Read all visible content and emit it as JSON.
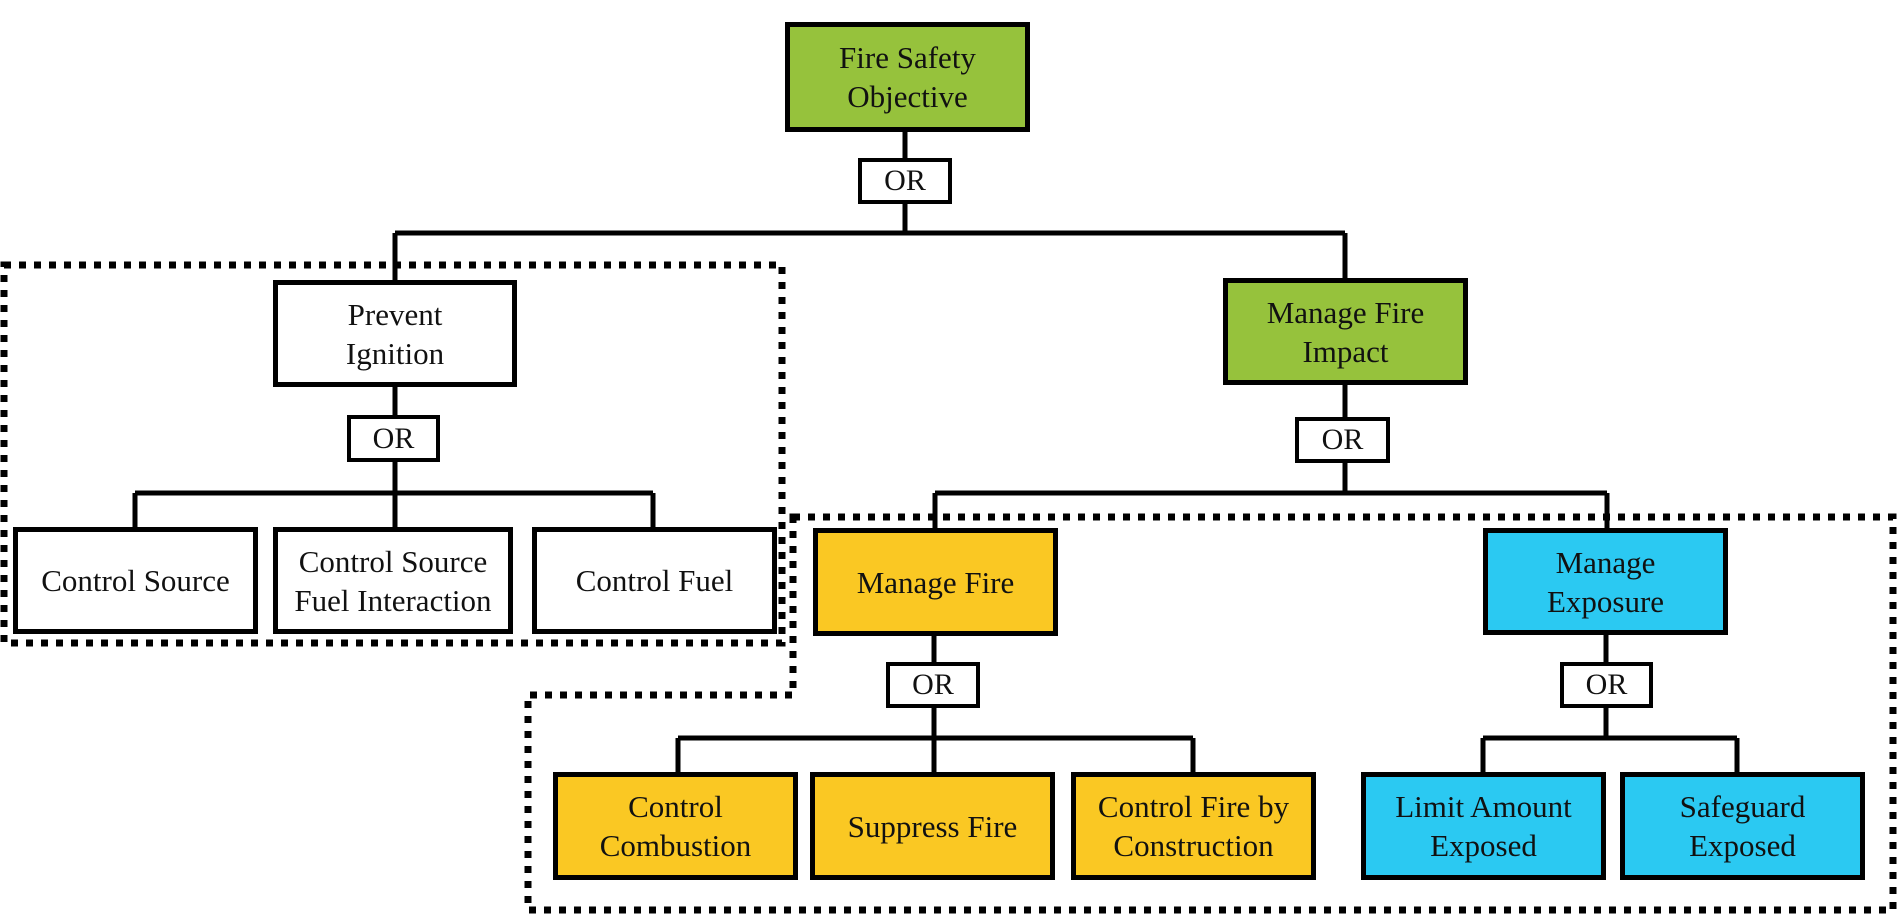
{
  "or_label": "OR",
  "colors": {
    "green": "#96C23C",
    "yellow": "#FAC823",
    "cyan": "#2BC9F2",
    "line": "#000000"
  },
  "nodes": {
    "fso": {
      "label": "Fire Safety Objective",
      "line1": "Fire Safety",
      "line2": "Objective"
    },
    "pi": {
      "label": "Prevent Ignition",
      "line1": "Prevent",
      "line2": "Ignition"
    },
    "mfi": {
      "label": "Manage Fire Impact",
      "line1": "Manage Fire",
      "line2": "Impact"
    },
    "cs": {
      "label": "Control Source",
      "line1": "Control Source"
    },
    "csfi": {
      "label": "Control Source Fuel Interaction",
      "line1": "Control Source",
      "line2": "Fuel Interaction"
    },
    "cf": {
      "label": "Control Fuel",
      "line1": "Control Fuel"
    },
    "mf": {
      "label": "Manage Fire",
      "line1": "Manage Fire"
    },
    "me": {
      "label": "Manage Exposure",
      "line1": "Manage",
      "line2": "Exposure"
    },
    "cc": {
      "label": "Control Combustion",
      "line1": "Control",
      "line2": "Combustion"
    },
    "sf": {
      "label": "Suppress Fire",
      "line1": "Suppress Fire"
    },
    "cfc": {
      "label": "Control Fire by Construction",
      "line1": "Control Fire by",
      "line2": "Construction"
    },
    "lae": {
      "label": "Limit Amount Exposed",
      "line1": "Limit Amount",
      "line2": "Exposed"
    },
    "se": {
      "label": "Safeguard Exposed",
      "line1": "Safeguard",
      "line2": "Exposed"
    }
  },
  "tree": {
    "gate_type": "OR",
    "root": "Fire Safety Objective",
    "children": {
      "Fire Safety Objective": [
        "Prevent Ignition",
        "Manage Fire Impact"
      ],
      "Prevent Ignition": [
        "Control Source",
        "Control Source Fuel Interaction",
        "Control Fuel"
      ],
      "Manage Fire Impact": [
        "Manage Fire",
        "Manage Exposure"
      ],
      "Manage Fire": [
        "Control Combustion",
        "Suppress Fire",
        "Control Fire by Construction"
      ],
      "Manage Exposure": [
        "Limit Amount Exposed",
        "Safeguard Exposed"
      ]
    }
  }
}
